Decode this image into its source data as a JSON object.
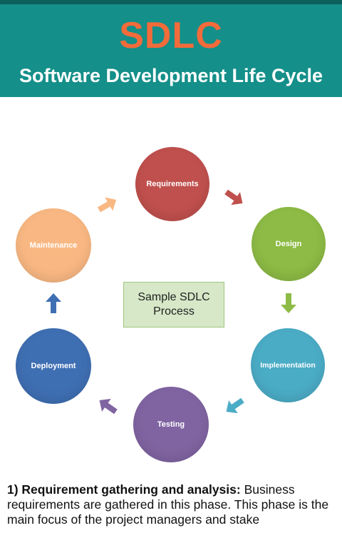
{
  "header": {
    "title": "SDLC",
    "subtitle": "Software Development Life Cycle"
  },
  "diagram": {
    "center_label_line1": "Sample SDLC",
    "center_label_line2": "Process",
    "phases": {
      "requirements": {
        "label": "Requirements",
        "color": "#c0504d"
      },
      "design": {
        "label": "Design",
        "color": "#8dbb45"
      },
      "implementation": {
        "label": "Implementation",
        "color": "#4bacc6"
      },
      "testing": {
        "label": "Testing",
        "color": "#8064a2"
      },
      "deployment": {
        "label": "Deployment",
        "color": "#3f6fb3"
      },
      "maintenance": {
        "label": "Maintenance",
        "color": "#f9b883"
      }
    }
  },
  "description": {
    "heading": "1) Requirement gathering and analysis:",
    "text": " Business requirements are gathered in this phase. This phase is the main focus of the project managers and stake"
  }
}
